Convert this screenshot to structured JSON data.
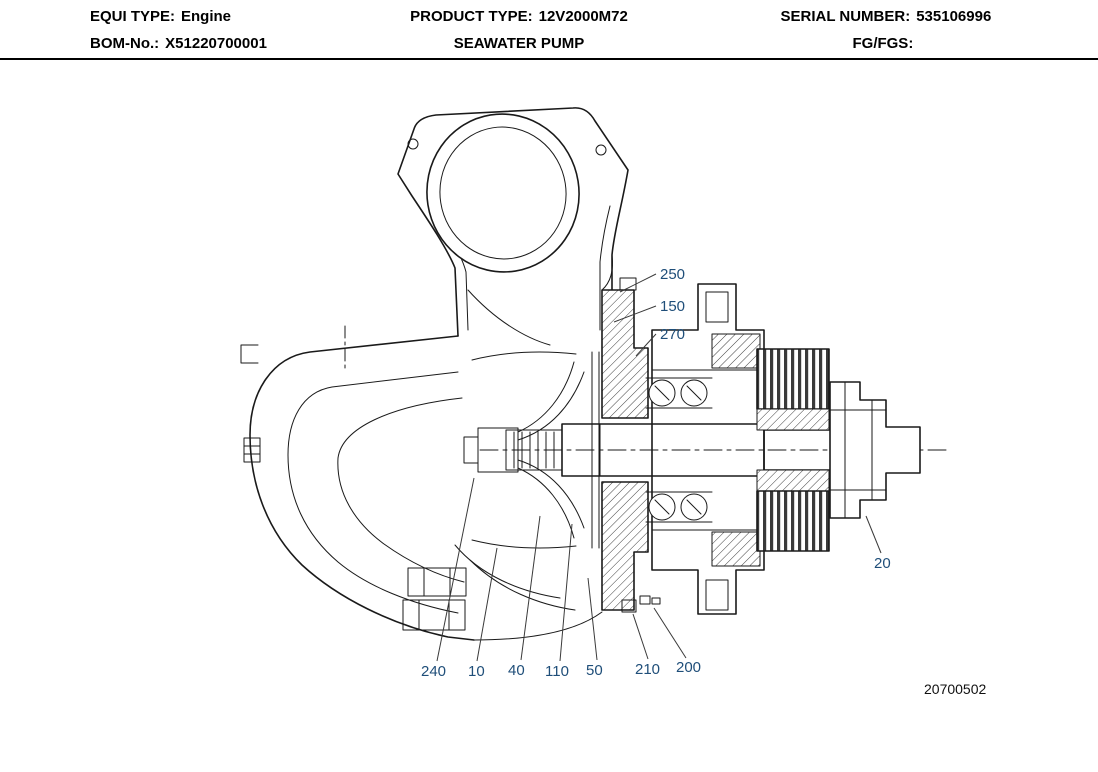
{
  "header": {
    "row1": {
      "equi_type": {
        "label": "EQUI TYPE:",
        "value": "Engine"
      },
      "product_type": {
        "label": "PRODUCT TYPE:",
        "value": "12V2000M72"
      },
      "serial_number": {
        "label": "SERIAL NUMBER:",
        "value": "535106996"
      }
    },
    "row2": {
      "bom_no": {
        "label": "BOM-No.:",
        "value": "X51220700001"
      },
      "product_name": "SEAWATER PUMP",
      "fg_fgs": {
        "label": "FG/FGS:",
        "value": ""
      }
    }
  },
  "diagram": {
    "description": "Seawater pump cross-section drawing",
    "drawing_number": "20700502",
    "callout_color": "#1F4E79",
    "callouts": {
      "c250": "250",
      "c150": "150",
      "c270": "270",
      "c20": "20",
      "c240": "240",
      "c10": "10",
      "c40": "40",
      "c110": "110",
      "c50": "50",
      "c210": "210",
      "c200": "200"
    }
  }
}
